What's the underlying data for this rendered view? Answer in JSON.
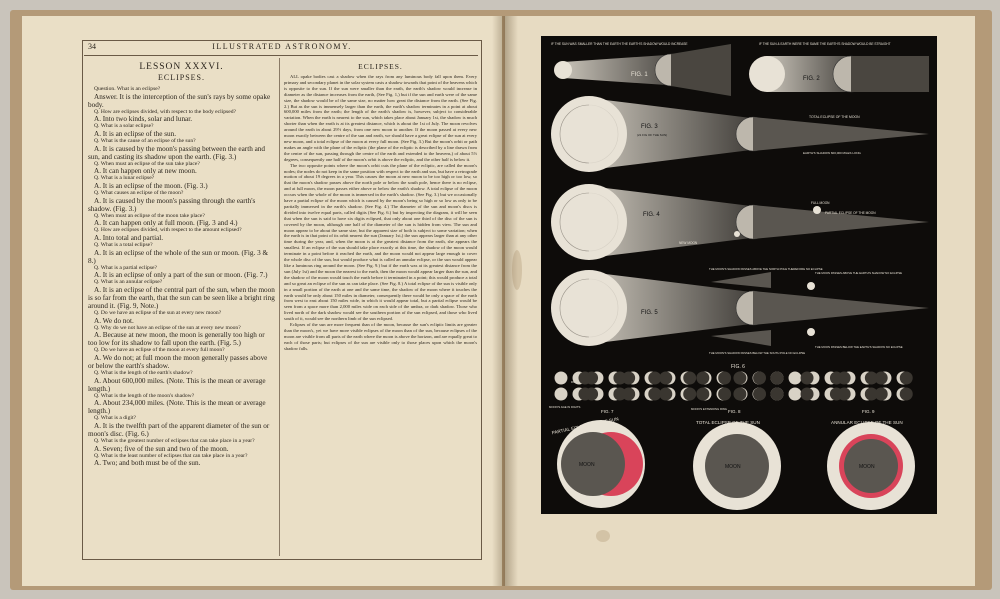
{
  "left_page": {
    "page_number": "34",
    "running_title": "ILLUSTRATED ASTRONOMY.",
    "lesson_title": "LESSON XXXVI.",
    "lesson_subtitle": "ECLIPSES.",
    "qa": [
      {
        "q": "Question. What is an eclipse?",
        "a": "Answer. It is the interception of the sun's rays by some opake body."
      },
      {
        "q": "Q. How are eclipses divided, with respect to the body eclipsed?",
        "a": "A. Into two kinds, solar and lunar."
      },
      {
        "q": "Q. What is a solar eclipse?",
        "a": "A. It is an eclipse of the sun."
      },
      {
        "q": "Q. What is the cause of an eclipse of the sun?",
        "a": "A. It is caused by the moon's passing between the earth and sun, and casting its shadow upon the earth. (Fig. 3.)"
      },
      {
        "q": "Q. When must an eclipse of the sun take place?",
        "a": "A. It can happen only at new moon."
      },
      {
        "q": "Q. What is a lunar eclipse?",
        "a": "A. It is an eclipse of the moon. (Fig. 3.)"
      },
      {
        "q": "Q. What causes an eclipse of the moon?",
        "a": "A. It is caused by the moon's passing through the earth's shadow. (Fig. 3.)"
      },
      {
        "q": "Q. When must an eclipse of the moon take place?",
        "a": "A. It can happen only at full moon. (Fig. 3 and 4.)"
      },
      {
        "q": "Q. How are eclipses divided, with respect to the amount eclipsed?",
        "a": "A. Into total and partial."
      },
      {
        "q": "Q. What is a total eclipse?",
        "a": "A. It is an eclipse of the whole of the sun or moon. (Fig. 3 & 8.)"
      },
      {
        "q": "Q. What is a partial eclipse?",
        "a": "A. It is an eclipse of only a part of the sun or moon. (Fig. 7.)"
      },
      {
        "q": "Q. What is an annular eclipse?",
        "a": "A. It is an eclipse of the central part of the sun, when the moon is so far from the earth, that the sun can be seen like a bright ring around it. (Fig. 9, Note.)"
      },
      {
        "q": "Q. Do we have an eclipse of the sun at every new moon?",
        "a": "A. We do not."
      },
      {
        "q": "Q. Why do we not have an eclipse of the sun at every new moon?",
        "a": "A. Because at new moon, the moon is generally too high or too low for its shadow to fall upon the earth. (Fig. 5.)"
      },
      {
        "q": "Q. Do we have an eclipse of the moon at every full moon?",
        "a": "A. We do not; at full moon the moon generally passes above or below the earth's shadow."
      },
      {
        "q": "Q. What is the length of the earth's shadow?",
        "a": "A. About 600,000 miles. (Note. This is the mean or average length.)"
      },
      {
        "q": "Q. What is the length of the moon's shadow?",
        "a": "A. About 234,000 miles. (Note. This is the mean or average length.)"
      },
      {
        "q": "Q. What is a digit?",
        "a": "A. It is the twelfth part of the apparent diameter of the sun or moon's disc. (Fig. 6.)"
      },
      {
        "q": "Q. What is the greatest number of eclipses that can take place in a year?",
        "a": "A. Seven; five of the sun and two of the moon."
      },
      {
        "q": "Q. What is the least number of eclipses that can take place in a year?",
        "a": "A. Two; and both must be of the sun."
      }
    ],
    "right_column_title": "ECLIPSES.",
    "prose": [
      "ALL opake bodies cast a shadow when the rays from any luminous body fall upon them. Every primary and secondary planet in the solar system casts a shadow towards that point of the heavens which is opposite to the sun. If the sun were smaller than the earth, the earth's shadow would increase in diameter as the distance increases from the earth, (See Fig. 1,) but if the sun and earth were of the same size, the shadow would be of the same size, no matter how great the distance from the earth. (See Fig. 2.) But as the sun is immensely larger than the earth, the earth's shadow terminates in a point at about 600,000 miles from the earth; the length of the earth's shadow is, however, subject to considerable variation. When the earth is nearest to the sun, which takes place about January 1st, the shadow is much shorter than when the earth is at its greatest distance, which is about the 1st of July. The moon revolves around the earth in about 29½ days, from one new moon to another. If the moon passed at every new moon exactly between the centre of the sun and earth, we should have a great eclipse of the sun at every new moon, and a total eclipse of the moon at every full moon. (See Fig. 3.) But the moon's orbit or path makes an angle with the plane of the ecliptic (the plane of the ecliptic is described by a line drawn from the centre of the sun, passing through the centre of the earth and extended to the heavens,) of about 5⅓ degrees, consequently one half of the moon's orbit is above the ecliptic, and the other half is below it.",
      "The two opposite points where the moon's orbit cuts the plane of the ecliptic, are called the moon's nodes; the nodes do not keep in the same position with respect to the earth and sun, but have a retrograde motion of about 19 degrees in a year. This causes the moon at new moon to be too high or too low, so that the moon's shadow passes above the north pole or below the south pole, hence there is no eclipse, and at full moon, the moon passes either above or below the earth's shadow. A total eclipse of the moon occurs when the whole of the moon is immersed in the earth's shadow. (See Fig. 3.) but we occasionally have a partial eclipse of the moon which is caused by the moon's being so high or so low as only to be partially immersed in the earth's shadow. (See Fig. 4.) The diameter of the sun and moon's discs is divided into twelve equal parts, called digits (See Fig. 6.) but by inspecting the diagram, it will be seen that when the sun is said to have six digits eclipsed, that only about one third of the disc of the sun is covered by the moon, although one half of the diameter of the sun is hidden from view. The sun and moon appear to be about the same size, but the apparent size of both is subject to some variation; when the earth is in that point of its orbit nearest the sun (January 1st,) the sun appears larger than at any other time during the year, and, when the moon is at the greatest distance from the earth, she appears the smallest. If an eclipse of the sun should take place exactly at this time, the shadow of the moon would terminate in a point before it reached the earth, and the moon would not appear large enough to cover the whole disc of the sun, but would produce what is called an annular eclipse, or the sun would appear like a luminous ring around the moon. (See Fig. 9.) but if the earth was at its greatest distance from the sun (July 1st) and the moon the nearest to the earth, then the moon would appear larger than the sun, and the shadow of the moon would touch the earth before it terminated in a point; this would produce a total and so great an eclipse of the sun as can take place. (See Fig. 8.) A total eclipse of the sun is visible only in a small portion of the earth at one and the same time, the shadow of the moon where it touches the earth would be only about 150 miles in diameter, consequently there would be only a space of the earth from west to east about 150 miles wide, in which it would appear total, but a partial eclipse would be seen from a space more than 2,000 miles wide on each side of the umbra, or dark shadow. Those who lived north of the dark shadow would see the southern portion of the sun eclipsed, and those who lived south of it, would see the northern limb of the sun eclipsed.",
      "Eclipses of the sun are more frequent than of the moon, because the sun's ecliptic limits are greater than the moon's, yet we have more visible eclipses of the moon than of the sun, because eclipses of the moon are visible from all parts of the earth where the moon is above the horizon, and are equally great to each of those parts; but eclipses of the sun are visible only to those places upon which the moon's shadow falls."
    ]
  },
  "plate": {
    "fig1_label": "FIG. 1",
    "fig1_caption": "IF THE SUN WAS SMALLER THAN THE EARTH THE EARTH'S SHADOW WOULD INCREASE",
    "fig2_label": "FIG. 2",
    "fig2_caption": "IF THE SUN & EARTH WERE THE SAME THE EARTH'S SHADOW WOULD BE STRAIGHT",
    "fig3_label": "FIG. 3",
    "fig3_sublabel": "(21 FIG OF THE SUN)",
    "fig3_caption": "TOTAL ECLIPSE OF THE MOON",
    "fig3_shadow": "EARTH'S SHADOW 600,000 MILES LONG",
    "fig4_label": "FIG. 4",
    "fig4_new_moon": "NEW MOON",
    "fig4_full_moon": "FULL MOON",
    "fig4_caption": "PARTIAL ECLIPSE OF THE MOON",
    "fig5_label": "FIG. 5",
    "fig5_note_tl": "THE MOON'S SHADOW PASSES ABOVE THE NORTH POLE THEREFORE NO ECLIPSE",
    "fig5_note_tr": "THE MOON PASSES ABOVE THE EARTH'S SHADOW NO ECLIPSE",
    "fig5_note_bl": "THE MOON'S SHADOW PASSES BELOW THE SOUTH POLE NO ECLIPSE",
    "fig5_note_br": "THE MOON PASSES BELOW THE EARTH'S SHADOW NO ECLIPSE",
    "fig6_label": "FIG. 6",
    "fig6_digits": "DIGITS ECLIPSED",
    "fig6_moons": "MOON'S AGE IN DIGITS",
    "fig6_extension": "MOON'S EXTENDING RING",
    "fig7_label": "FIG. 7",
    "fig7_caption": "PARTIAL ECLIPSE OF THE SUN",
    "fig8_label": "FIG. 8",
    "fig8_caption": "TOTAL ECLIPSE OF THE SUN",
    "fig9_label": "FIG. 9",
    "fig9_caption": "ANNULAR ECLIPSE OF THE SUN",
    "moon_label": "MOON",
    "colors": {
      "plate_bg": "#0e0c0a",
      "ink": "#e8e2d6",
      "red": "#d9445a"
    }
  }
}
